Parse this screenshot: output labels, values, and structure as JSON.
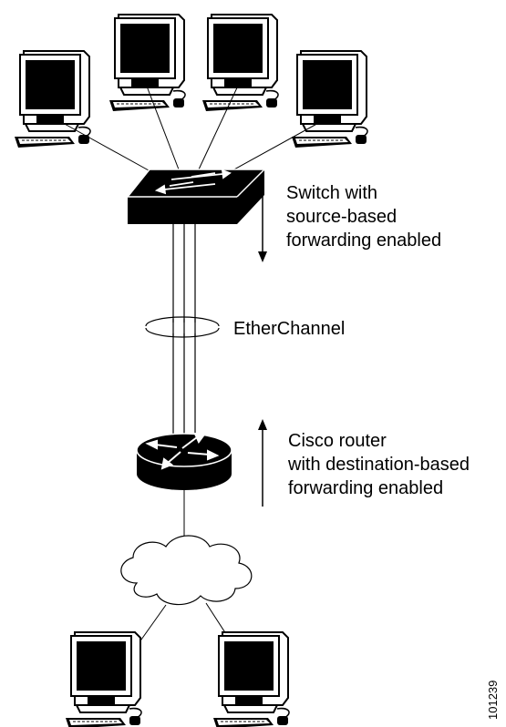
{
  "switch_label": {
    "line1": "Switch with",
    "line2": "source-based",
    "line3": "forwarding enabled"
  },
  "etherchannel_label": "EtherChannel",
  "router_label": {
    "line1": "Cisco router",
    "line2": "with destination-based",
    "line3": "forwarding enabled"
  },
  "figure_number": "101239",
  "icons": {
    "workstation": "workstation-icon",
    "switch": "switch-icon",
    "router": "router-icon",
    "cloud": "cloud-icon"
  }
}
